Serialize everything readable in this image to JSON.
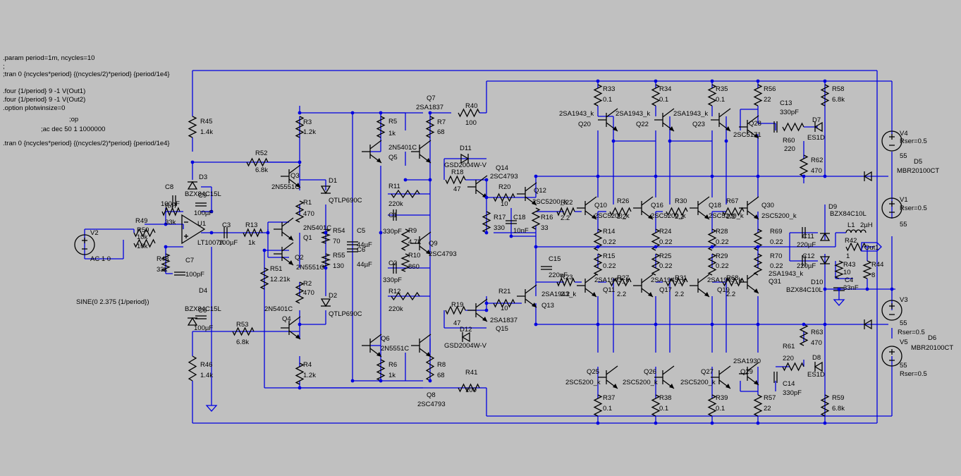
{
  "directives": [
    ".param period=1m, ncycles=10",
    ";",
    ";tran 0 {ncycles*period} {(ncycles/2)*period} {period/1e4}",
    ".four {1/period} 9 -1 V(Out1)",
    ".four {1/period} 9 -1 V(Out2)",
    ".option plotwinsize=0",
    ";op",
    ";ac dec 50 1 1000000",
    ".tran 0 {ncycles*period} {(ncycles/2)*period} {period/1e4}",
    "SINE(0 2.375 {1/period})"
  ],
  "labels": {
    "r45n": "R45",
    "r45v": "1.4k",
    "r46n": "R46",
    "r46v": "1.4k",
    "r52n": "R52",
    "r52v": "6.8k",
    "r53n": "R53",
    "r53v": "6.8k",
    "d3n": "D3",
    "d3v": "BZX84C15L",
    "d4n": "D4",
    "d4v": "BZX84C15L",
    "c8n": "C8",
    "c8v": "100pF",
    "c6n": "C6",
    "c6v": "100µF",
    "c9n": "C9",
    "c9v": "100µF",
    "r47n": "R47",
    "r47v": "33k",
    "r48n": "R48",
    "r48v": "33k",
    "c7n": "C7",
    "c7v": "100pF",
    "r49n": "R49",
    "r49v": "10k",
    "r50n": "R50",
    "r50v": "10k",
    "v2n": "V2",
    "v2v": "AC 1 0",
    "u1n": "U1",
    "u1v": "LT1007A",
    "c3n": "C3",
    "c3v": "100µF",
    "r13n": "R13",
    "r13v": "1k",
    "r3n": "R3",
    "r3v": "1.2k",
    "r4n": "R4",
    "r4v": "1.2k",
    "q3n": "Q3",
    "q3v": "2N5551C",
    "q4n": "Q4",
    "q4v": "2N5401C",
    "q1n": "Q1",
    "q1v": "2N5401C",
    "q2n": "Q2",
    "q2v": "2N5551C",
    "r1n": "R1",
    "r1v": "470",
    "r2n": "R2",
    "r2v": "470",
    "r51n": "R51",
    "r51v": "12.21k",
    "d1n": "D1",
    "d1v": "QTLP690C",
    "d2n": "D2",
    "d2v": "QTLP690C",
    "r54n": "R54",
    "r54v": "70",
    "r55n": "R55",
    "r55v": "130",
    "c5n": "C5",
    "c5v": "44µF",
    "c6bn": "C6",
    "c6bv": "44µF",
    "r5n": "R5",
    "r5v": "1k",
    "r6n": "R6",
    "r6v": "1k",
    "q5n": "Q5",
    "q5v": "2N5401C",
    "q6n": "Q6",
    "q6v": "2N5551C",
    "r7n": "R7",
    "r7v": "68",
    "r8n": "R8",
    "r8v": "68",
    "r11n": "R11",
    "r11v": "220k",
    "r12n": "R12",
    "r12v": "220k",
    "c1n": "C1",
    "c1v": "330pF",
    "c2n": "C2",
    "c2v": "330pF",
    "r9n": "R9",
    "r9v": "4.7k",
    "r10n": "R10",
    "r10v": "860",
    "q9n": "Q9",
    "q9v": "2SC4793",
    "q7n": "Q7",
    "q7v": "2SA1837",
    "q8n": "Q8",
    "q8v": "2SC4793",
    "r40n": "R40",
    "r40v": "100",
    "r41n": "R41",
    "r41v": "100",
    "d11n": "D11",
    "d11v": "GSD2004W-V",
    "d12n": "D12",
    "d12v": "GSD2004W-V",
    "r18n": "R18",
    "r18v": "47",
    "r19n": "R19",
    "r19v": "47",
    "q14n": "Q14",
    "q14v": "2SC4793",
    "q15n": "Q15",
    "q15v": "2SA1837",
    "r20n": "R20",
    "r20v": "10",
    "r21n": "R21",
    "r21v": "10",
    "r17n": "R17",
    "r17v": "330",
    "c18n": "C18",
    "c18v": "10nF",
    "r16n": "R16",
    "r16v": "33",
    "q12n": "Q12",
    "q12v": "2SC5200_k",
    "q13n": "Q13",
    "q13v": "2SA1943_k",
    "c15n": "C15",
    "c15v": "220nF",
    "r22n": "R22",
    "r22v": "2.2",
    "r23n": "R23",
    "r23v": "2.2",
    "r33n": "R33",
    "r33v": "0.1",
    "r34n": "R34",
    "r34v": "0.1",
    "r35n": "R35",
    "r35v": "0.1",
    "q20n": "Q20",
    "q20v": "2SA1943_k",
    "q22n": "Q22",
    "q22v": "2SA1943_k",
    "q23n": "Q23",
    "q23v": "2SA1943_k",
    "q10n": "Q10",
    "q10v": "2SC5200_k",
    "q16n": "Q16",
    "q16v": "2SC5200_k",
    "q18n": "Q18",
    "q18v": "2SC5200_k",
    "r26n": "R26",
    "r26v": "2.2",
    "r30n": "R30",
    "r30v": "2.2",
    "r67n": "R67",
    "r67v": "2.2",
    "r14n": "R14",
    "r14v": "0.22",
    "r24n": "R24",
    "r24v": "0.22",
    "r28n": "R28",
    "r28v": "0.22",
    "r15n": "R15",
    "r15v": "0.22",
    "r25n": "R25",
    "r25v": "0.22",
    "r29n": "R29",
    "r29v": "0.22",
    "r27n": "R27",
    "r27v": "2.2",
    "r31n": "R31",
    "r31v": "2.2",
    "r68n": "R68",
    "r68v": "2.2",
    "q11n": "Q11",
    "q11v": "2SA1943_k",
    "q17n": "Q17",
    "q17v": "2SA1943_k",
    "q19n": "Q19",
    "q19v": "2SA1943_k",
    "q25n": "Q25",
    "q25v": "2SC5200_k",
    "q26n": "Q26",
    "q26v": "2SC5200_k",
    "q27n": "Q27",
    "q27v": "2SC5200_k",
    "r37n": "R37",
    "r37v": "0.1",
    "r38n": "R38",
    "r38v": "0.1",
    "r39n": "R39",
    "r39v": "0.1",
    "r56n": "R56",
    "r56v": "22",
    "r57n": "R57",
    "r57v": "22",
    "c13n": "C13",
    "c13v": "330pF",
    "c14n": "C14",
    "c14v": "330pF",
    "q28n": "Q28",
    "q28v": "2SC5171",
    "q29n": "Q29",
    "q29v": "2SA1930",
    "r60n": "R60",
    "r60v": "220",
    "r61n": "R61",
    "r61v": "220",
    "d7n": "D7",
    "d7v": "ES1D",
    "d8n": "D8",
    "d8v": "ES1D",
    "r62n": "R62",
    "r62v": "470",
    "r63n": "R63",
    "r63v": "470",
    "q30n": "Q30",
    "q30v": "2SC5200_k",
    "q31n": "Q31",
    "q31v": "2SA1943_k",
    "r69n": "R69",
    "r69v": "0.22",
    "r70n": "R70",
    "r70v": "0.22",
    "r58n": "R58",
    "r58v": "6.8k",
    "r59n": "R59",
    "r59v": "6.8k",
    "c11n": "C11",
    "c11v": "220µF",
    "c12n": "C12",
    "c12v": "220µF",
    "d9n": "D9",
    "d9v": "BZX84C10L",
    "d10n": "D10",
    "d10v": "BZX84C10L",
    "l1n": "L1",
    "l1v": "2µH",
    "r42n": "R42",
    "r42v": "1",
    "r43n": "R43",
    "r43v": "10",
    "r44n": "R44",
    "r44v": "8",
    "c4n": "C4",
    "c4v": "33nF",
    "out1": "Out1",
    "v4n": "V4",
    "v4r": "Rser=0.5",
    "v4v": "55",
    "v1n": "V1",
    "v1r": "Rser=0.5",
    "v1v": "55",
    "v3n": "V3",
    "v3r": "Rser=0.5",
    "v3v": "55",
    "v5n": "V5",
    "v5r": "Rser=0.5",
    "v5v": "55",
    "d5n": "D5",
    "d5v": "MBR20100CT",
    "d6n": "D6",
    "d6v": "MBR20100CT"
  }
}
